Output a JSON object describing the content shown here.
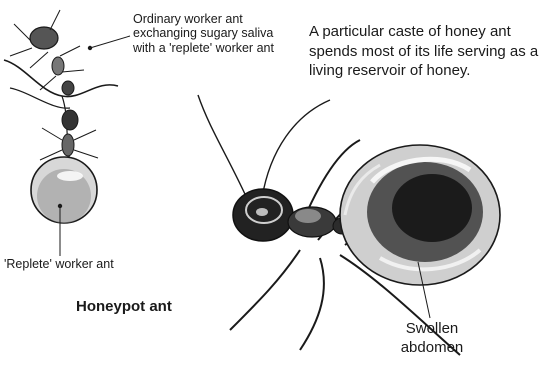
{
  "labels": {
    "worker_ant": "Ordinary worker ant exchanging sugary saliva with a 'replete' worker ant",
    "caption": "A particular caste of honey ant spends most of its life serving as a living reservoir of honey.",
    "replete_ant": "'Replete' worker ant",
    "title": "Honeypot ant",
    "swollen_abdomen_line1": "Swollen",
    "swollen_abdomen_line2": "abdomen"
  },
  "colors": {
    "ink": "#1a1a1a",
    "background": "#ffffff"
  }
}
